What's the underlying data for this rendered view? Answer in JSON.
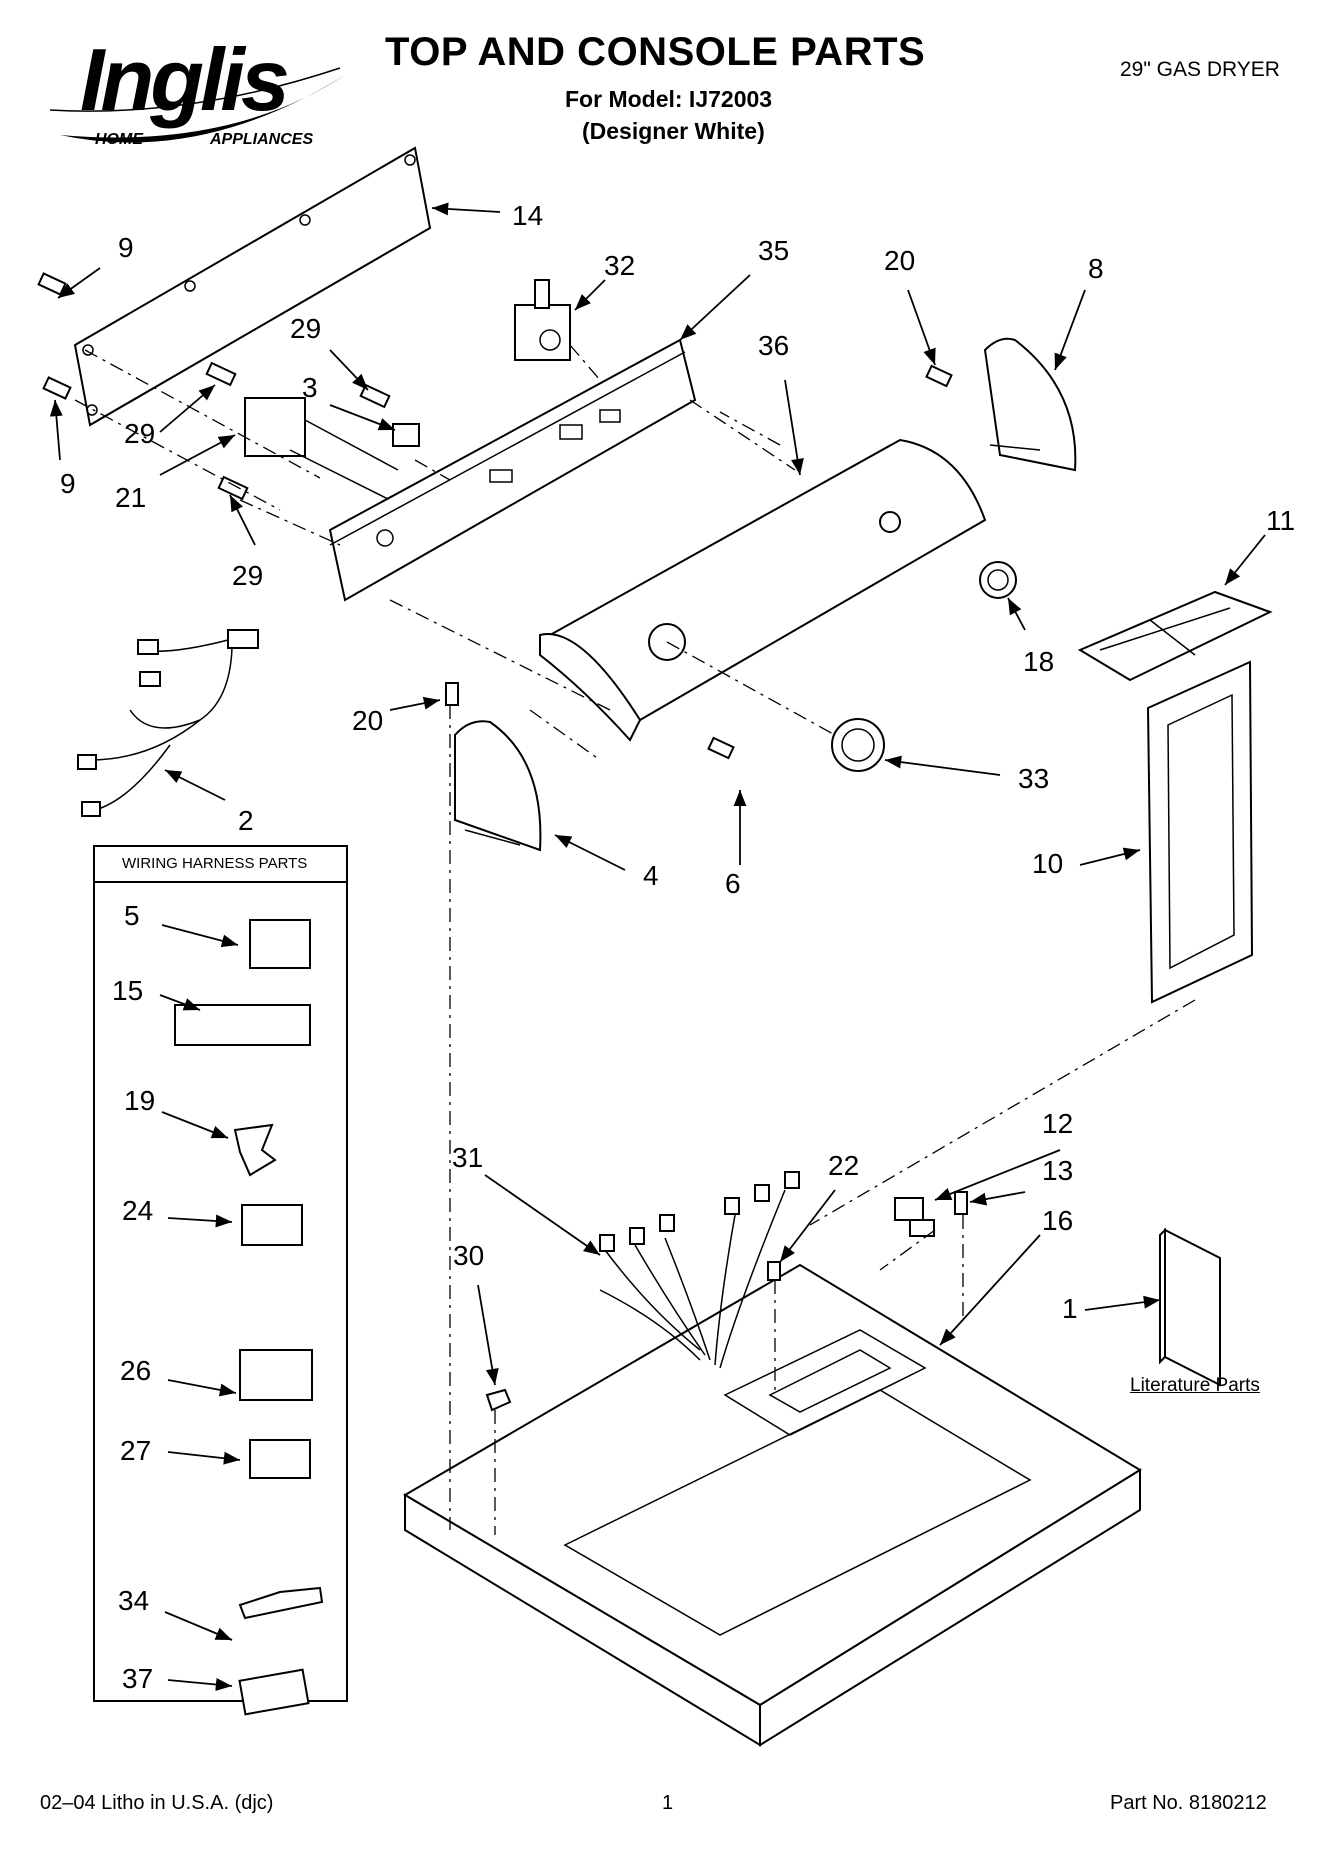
{
  "header": {
    "brand": "Inglis",
    "brand_tagline_left": "HOME",
    "brand_tagline_right": "APPLIANCES",
    "title": "TOP AND CONSOLE PARTS",
    "model_line": "For Model: IJ72003",
    "color_line": "(Designer White)",
    "product": "29\" GAS DRYER"
  },
  "callouts": {
    "c14": "14",
    "c9a": "9",
    "c9b": "9",
    "c29a": "29",
    "c29b": "29",
    "c29c": "29",
    "c3": "3",
    "c21": "21",
    "c32": "32",
    "c35": "35",
    "c36": "36",
    "c20a": "20",
    "c8": "8",
    "c11": "11",
    "c18": "18",
    "c20b": "20",
    "c2": "2",
    "c4": "4",
    "c6": "6",
    "c33": "33",
    "c10": "10",
    "c12": "12",
    "c13": "13",
    "c16": "16",
    "c22": "22",
    "c31": "31",
    "c30": "30",
    "c1": "1"
  },
  "wiring_box": {
    "header": "WIRING HARNESS PARTS",
    "items": [
      "5",
      "15",
      "19",
      "24",
      "26",
      "27",
      "34",
      "37"
    ]
  },
  "literature": {
    "label": "Literature Parts"
  },
  "footer": {
    "left": "02–04 Litho in U.S.A. (djc)",
    "center": "1",
    "right": "Part No. 8180212"
  }
}
